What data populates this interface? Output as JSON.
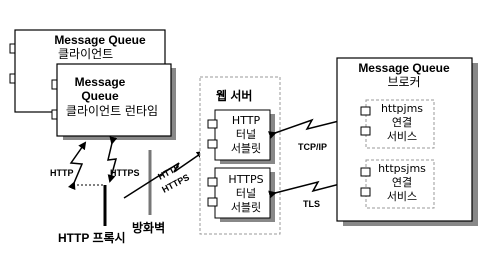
{
  "client": {
    "title": "Message Queue",
    "subtitle": "클라이언트"
  },
  "runtime": {
    "line1": "Message",
    "line2": "Queue",
    "line3": "클라이언트 런타임"
  },
  "web_server": {
    "title": "웹 서버",
    "http_tunnel": [
      "HTTP",
      "터널",
      "서블릿"
    ],
    "https_tunnel": [
      "HTTPS",
      "터널",
      "서블릿"
    ]
  },
  "broker": {
    "title": "Message Queue",
    "subtitle": "브로커",
    "httpjms": [
      "httpjms",
      "연결",
      "서비스"
    ],
    "httpsjms": [
      "httpsjms",
      "연결",
      "서비스"
    ]
  },
  "links": {
    "http_left": "HTTP",
    "https_left": "HTTPS",
    "http_mid": "HTTP",
    "https_mid": "HTTPS",
    "tcpip": "TCP/IP",
    "tls": "TLS"
  },
  "proxy_label": "HTTP 프록시",
  "firewall_label": "방화벽"
}
